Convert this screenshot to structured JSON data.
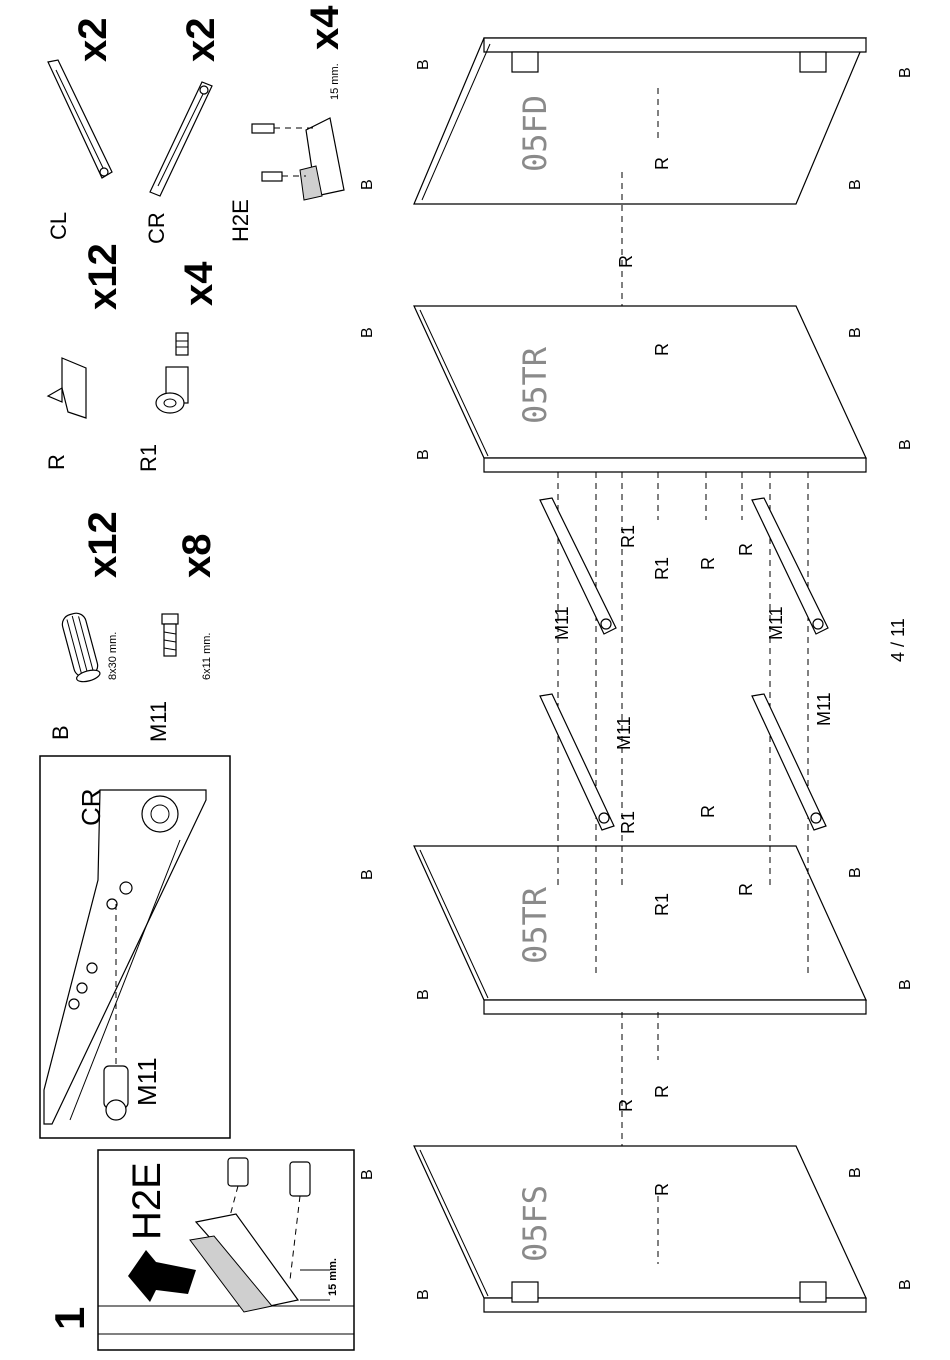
{
  "page": {
    "number": "4 / 11"
  },
  "step": {
    "number": "1"
  },
  "detail_insets": [
    {
      "part": "H2E",
      "dimension": "15 mm."
    },
    {
      "part_top": "CR",
      "part_bottom": "M11"
    }
  ],
  "parts_list": [
    {
      "code": "B",
      "qty": "x12",
      "size": "8x30 mm."
    },
    {
      "code": "M11",
      "qty": "x8",
      "size": "6x11 mm."
    },
    {
      "code": "R",
      "qty": "x12"
    },
    {
      "code": "R1",
      "qty": "x4"
    },
    {
      "code": "CL",
      "qty": "x2"
    },
    {
      "code": "CR",
      "qty": "x2"
    },
    {
      "code": "H2E",
      "qty": "x4",
      "size": "15 mm."
    }
  ],
  "panels": [
    {
      "code": "05FD"
    },
    {
      "code": "05TR"
    },
    {
      "code": "05TR"
    },
    {
      "code": "05FS"
    }
  ],
  "callouts": {
    "b": "B",
    "r": "R",
    "r1": "R1",
    "m11": "M11"
  }
}
